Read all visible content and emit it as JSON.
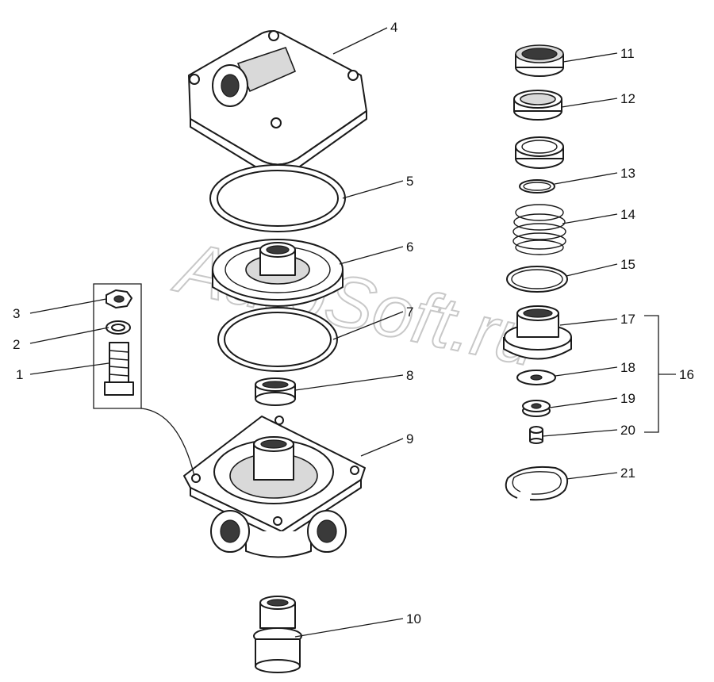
{
  "callouts": [
    "1",
    "2",
    "3",
    "4",
    "5",
    "6",
    "7",
    "8",
    "9",
    "10",
    "11",
    "12",
    "13",
    "14",
    "15",
    "16",
    "17",
    "18",
    "19",
    "20",
    "21"
  ],
  "watermark": "AutoSoft.ru"
}
